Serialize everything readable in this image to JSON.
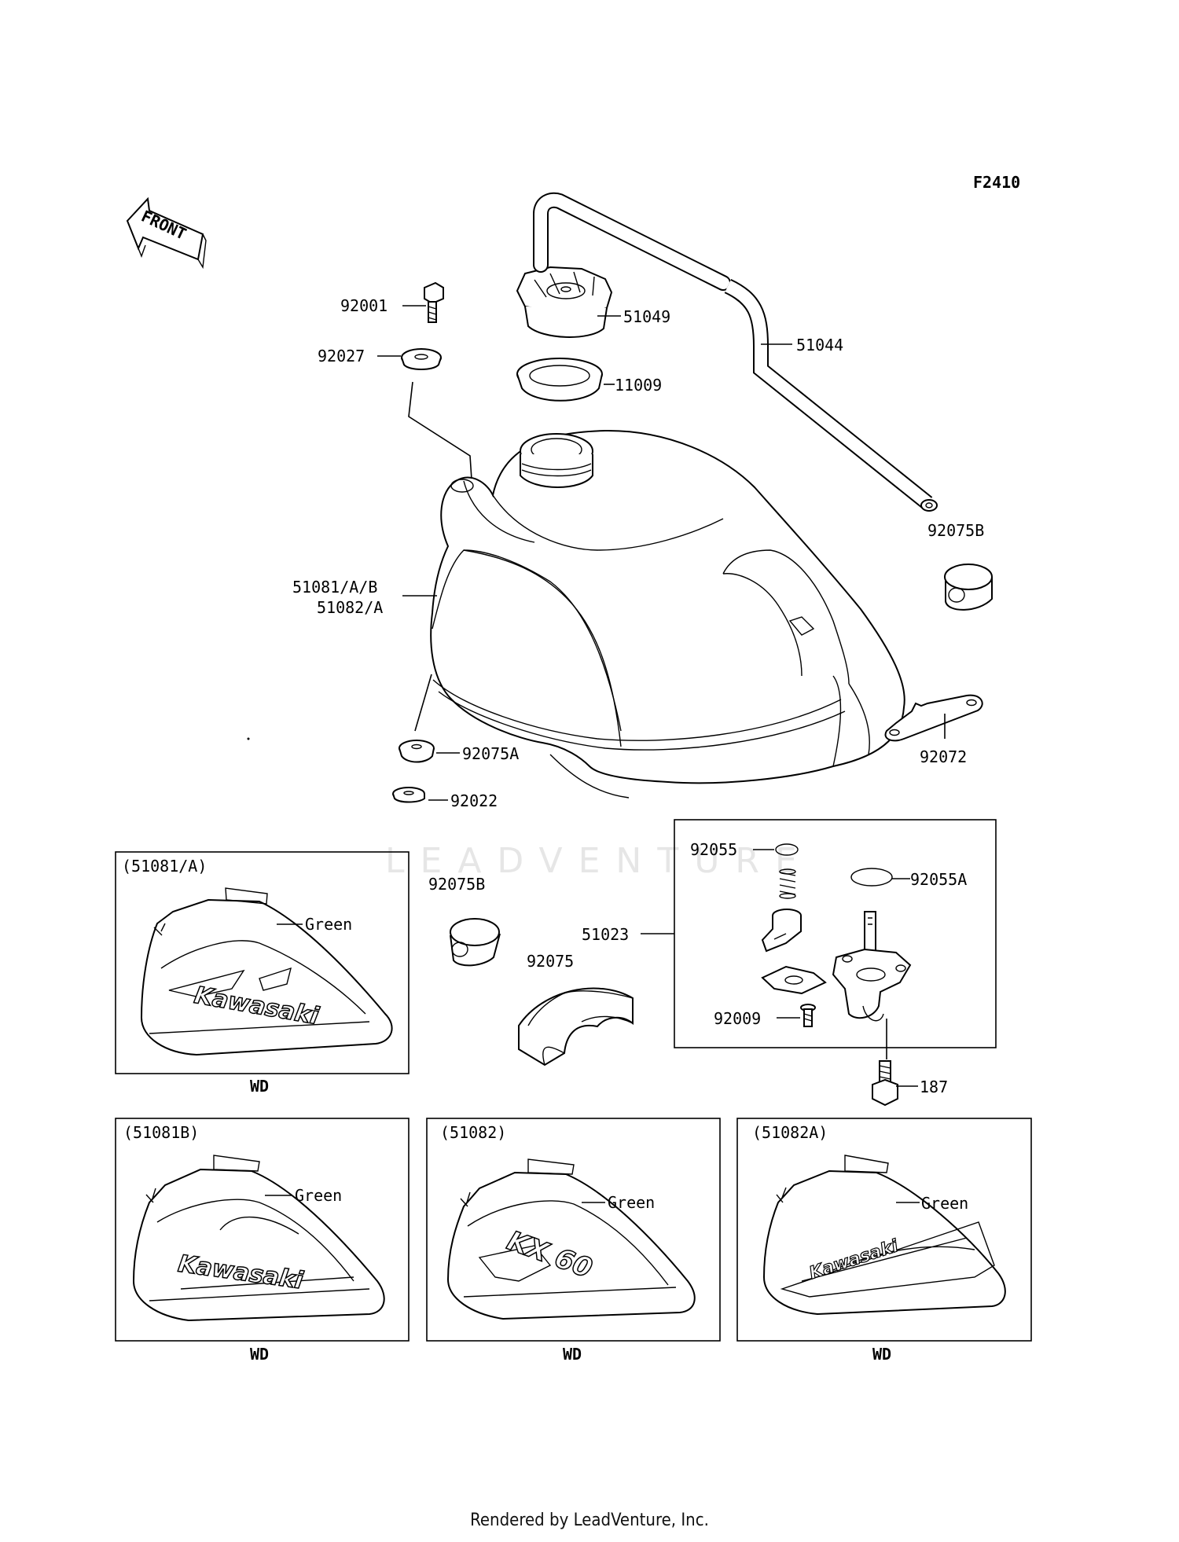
{
  "diagram_code": "F2410",
  "front_label": "FRONT",
  "footer": "Rendered by LeadVenture, Inc.",
  "watermark": "LEADVENTURE",
  "callouts": {
    "c92001": "92001",
    "c51049": "51049",
    "c51044": "51044",
    "c92027": "92027",
    "c11009": "11009",
    "c92075B_top": "92075B",
    "c51081": "51081/A/B",
    "c51082": "51082/A",
    "c92075A": "92075A",
    "c92072": "92072",
    "c92022": "92022",
    "c92055": "92055",
    "c92055A": "92055A",
    "c92075B_mid": "92075B",
    "c51023": "51023",
    "c92075": "92075",
    "c92009": "92009",
    "c187": "187"
  },
  "panels": [
    {
      "title": "(51081/A)",
      "color_label": "Green",
      "variant": "WD",
      "decal": "Kawasaki"
    },
    {
      "title": "(51081B)",
      "color_label": "Green",
      "variant": "WD",
      "decal": "Kawasaki"
    },
    {
      "title": "(51082)",
      "color_label": "Green",
      "variant": "WD",
      "decal": "KX 60"
    },
    {
      "title": "(51082A)",
      "color_label": "Green",
      "variant": "WD",
      "decal": "Kawasaki"
    }
  ]
}
